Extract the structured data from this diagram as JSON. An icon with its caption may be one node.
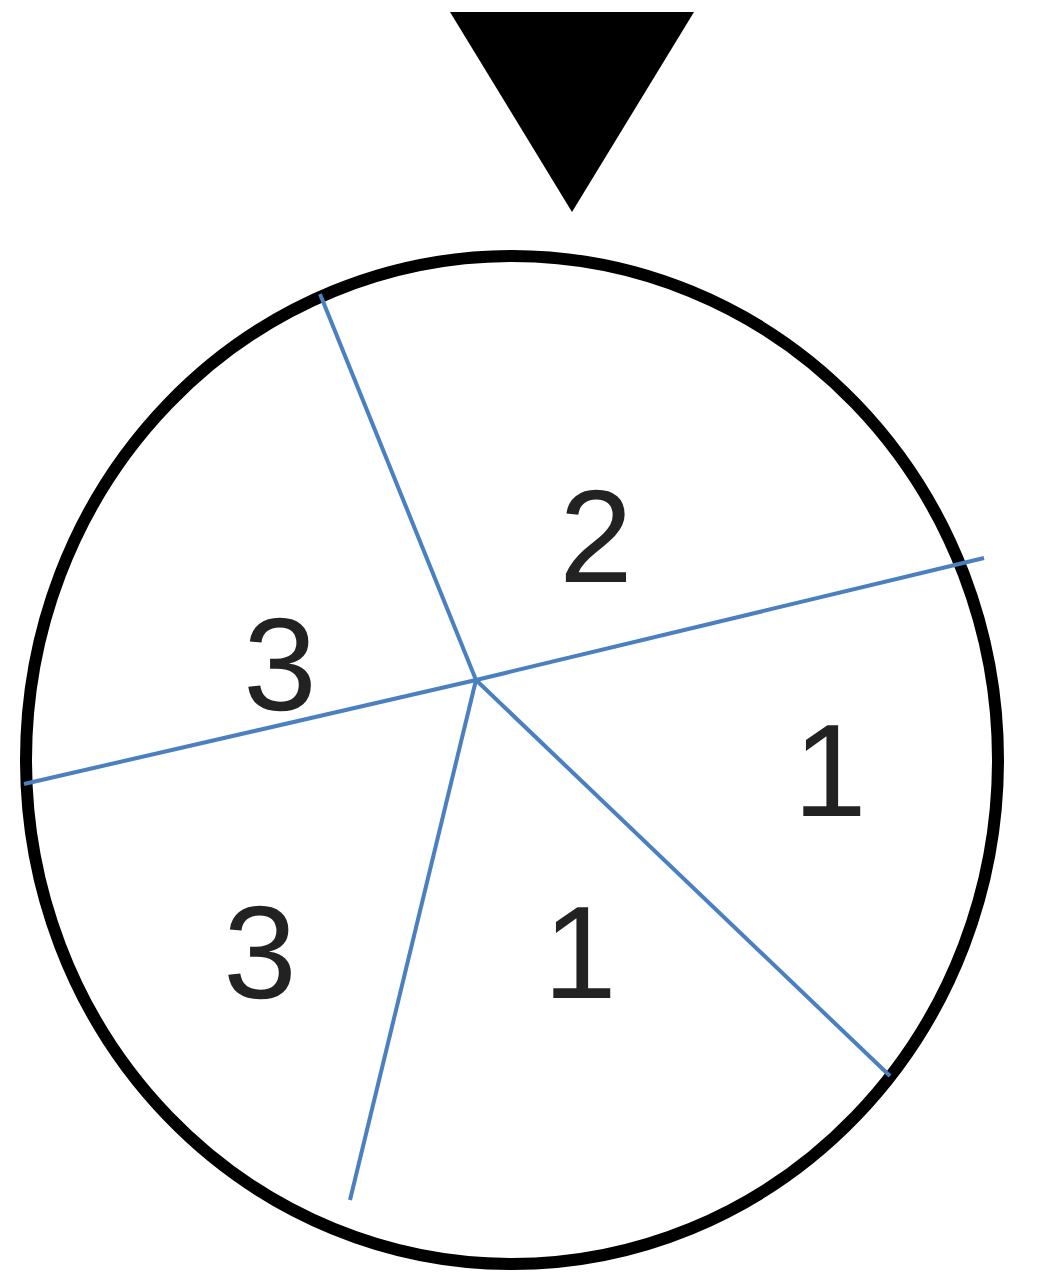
{
  "diagram": {
    "labels": [
      "2",
      "3",
      "1",
      "3",
      "1"
    ]
  }
}
